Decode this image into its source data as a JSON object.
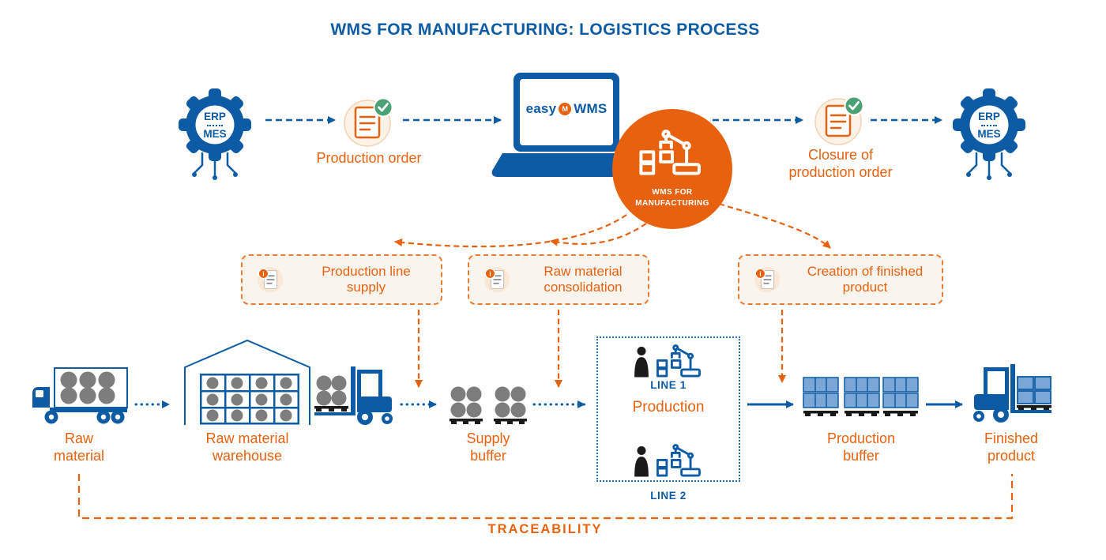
{
  "title": "WMS FOR MANUFACTURING: LOGISTICS PROCESS",
  "colors": {
    "blue": "#0d5ba4",
    "orange": "#e8610f",
    "green": "#4aa173",
    "gray": "#7d7d7d",
    "light_blue_box": "#7aa7d6",
    "process_box_bg": "#faf4ee"
  },
  "icons": {
    "info": "i"
  },
  "top_flow": {
    "erp_mes_left": {
      "line1": "ERP",
      "line2": "MES"
    },
    "production_order_label": "Production order",
    "laptop_logo": {
      "easy": "easy",
      "m": "M",
      "wms": "WMS"
    },
    "wms_badge": {
      "line1": "WMS FOR",
      "line2": "MANUFACTURING"
    },
    "closure_label": "Closure of production order",
    "erp_mes_right": {
      "line1": "ERP",
      "line2": "MES"
    }
  },
  "process_boxes": [
    {
      "label": "Production line supply"
    },
    {
      "label": "Raw material consolidation"
    },
    {
      "label": "Creation of finished product"
    }
  ],
  "bottom_flow": {
    "raw_material": "Raw material",
    "warehouse": "Raw material warehouse",
    "supply_buffer": "Supply buffer",
    "production": "Production",
    "line1": "LINE 1",
    "line2": "LINE 2",
    "production_buffer": "Production buffer",
    "finished_product": "Finished product"
  },
  "traceability": "TRACEABILITY"
}
